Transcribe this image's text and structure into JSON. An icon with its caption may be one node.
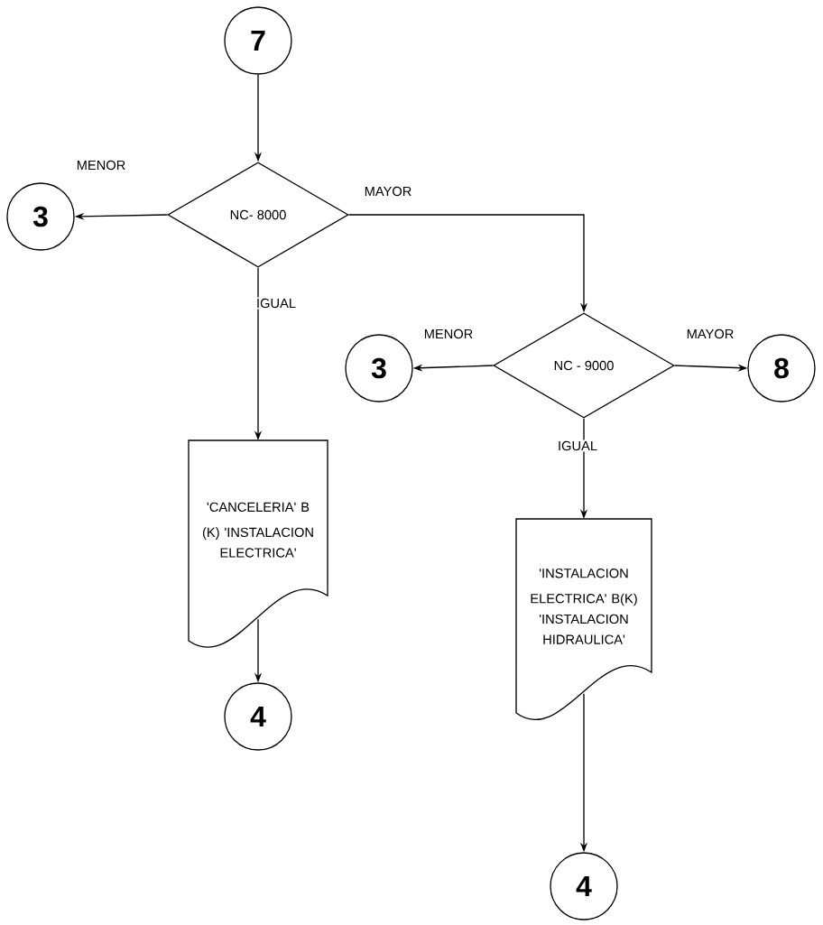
{
  "diagram": {
    "nodes": [
      {
        "text": [
          "7"
        ]
      },
      {
        "text": [
          "NC- 8000"
        ]
      },
      {
        "text": [
          "3"
        ]
      },
      {
        "text": [
          "NC - 9000"
        ]
      },
      {
        "text": [
          "3"
        ]
      },
      {
        "text": [
          "8"
        ]
      },
      {
        "text": [
          "'CANCELERIA' B (K) 'INSTALACION ELECTRICA'"
        ]
      },
      {
        "text": [
          "4"
        ]
      },
      {
        "text": [
          "'INSTALACION ELECTRICA' B(K) 'INSTALACION HIDRAULICA'"
        ]
      },
      {
        "text": [
          "4"
        ]
      }
    ],
    "edges": [
      {
        "from": 0,
        "to": 1,
        "arrow": "to"
      },
      {
        "from": 1,
        "to": 2,
        "arrow": "to",
        "label": "MENOR"
      },
      {
        "from": 1,
        "to": 3,
        "arrow": "to",
        "label": "MAYOR"
      },
      {
        "from": 1,
        "to": 6,
        "arrow": "to",
        "label": "IGUAL"
      },
      {
        "from": 3,
        "to": 4,
        "arrow": "to",
        "label": "MENOR"
      },
      {
        "from": 3,
        "to": 5,
        "arrow": "to",
        "label": "MAYOR"
      },
      {
        "from": 3,
        "to": 8,
        "arrow": "to",
        "label": "IGUAL"
      },
      {
        "from": 6,
        "to": 7,
        "arrow": "to"
      },
      {
        "from": 8,
        "to": 9,
        "arrow": "to"
      }
    ]
  }
}
